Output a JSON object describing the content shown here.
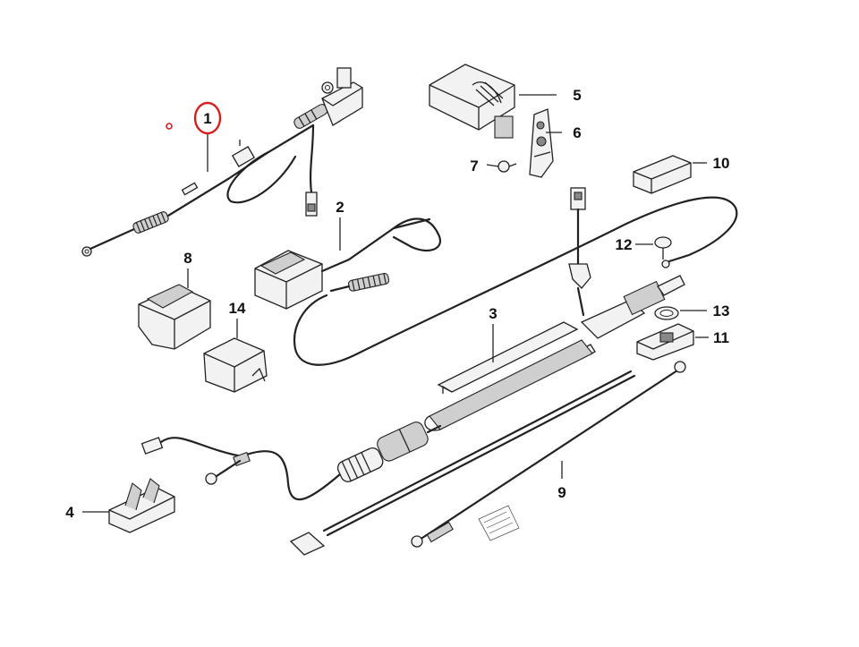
{
  "diagram": {
    "highlight_color": "#d62020",
    "callouts": [
      {
        "id": "1",
        "text": "1",
        "highlighted": true
      },
      {
        "id": "2",
        "text": "2"
      },
      {
        "id": "3",
        "text": "3"
      },
      {
        "id": "4",
        "text": "4"
      },
      {
        "id": "5",
        "text": "5"
      },
      {
        "id": "6",
        "text": "6"
      },
      {
        "id": "7",
        "text": "7"
      },
      {
        "id": "8",
        "text": "8"
      },
      {
        "id": "9",
        "text": "9"
      },
      {
        "id": "10",
        "text": "10"
      },
      {
        "id": "11",
        "text": "11"
      },
      {
        "id": "12",
        "text": "12"
      },
      {
        "id": "13",
        "text": "13"
      },
      {
        "id": "14",
        "text": "14"
      }
    ]
  }
}
